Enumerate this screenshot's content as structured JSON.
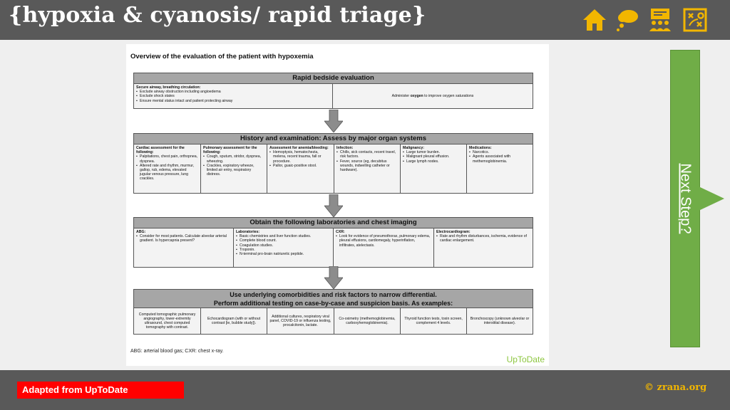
{
  "header": {
    "title": "{hypoxia & cyanosis/ rapid triage}",
    "icons": [
      "home-icon",
      "thought-bubble-icon",
      "presentation-icon",
      "strategy-board-icon"
    ],
    "accent": "#f2b600"
  },
  "next_step": {
    "label": "Next Step?",
    "color": "#70ad47"
  },
  "doc": {
    "title": "Overview of the evaluation of the patient with hypoxemia",
    "section1": {
      "bar": "Rapid bedside evaluation",
      "left_heading": "Secure airway, breathing circulation:",
      "left_items": [
        "Exclude airway obstruction including angioedema",
        "Exclude shock states",
        "Ensure mental status intact and patient protecting airway"
      ],
      "right_pre": "Administer ",
      "right_bold": "oxygen",
      "right_post": " to improve oxygen saturations"
    },
    "section2": {
      "bar": "History and examination: Assess by major organ systems",
      "cols": [
        {
          "heading": "Cardiac assessment for the following:",
          "items": [
            "Palpitations, chest pain, orthopnea, dyspnea.",
            "Altered rate and rhythm, murmur, gallop, rub, edema, elevated jugular venous pressure, lung crackles."
          ]
        },
        {
          "heading": "Pulmonary assessment for the following:",
          "items": [
            "Cough, sputum, stridor, dyspnea, wheezing.",
            "Crackles, expiratory wheeze, limited air entry, respiratory distress."
          ]
        },
        {
          "heading": "Assessment for anemia/bleeding:",
          "items": [
            "Hemoptysis, hematochezia, melena, recent trauma, fall or procedure.",
            "Pallor, guaic-positive stool."
          ]
        },
        {
          "heading": "Infection:",
          "items": [
            "Chills, sick contacts, recent travel, risk factors.",
            "Fever, source (eg, decubitus wounds, indwelling catheter or hardware)."
          ]
        },
        {
          "heading": "Malignancy:",
          "items": [
            "Large tumor burden.",
            "Malignant pleural effusion.",
            "Large lymph nodes."
          ]
        },
        {
          "heading": "Medications:",
          "items": [
            "Narcotics.",
            "Agents associated with methemoglobinemia."
          ]
        }
      ]
    },
    "section3": {
      "bar": "Obtain the following laboratories and chest imaging",
      "cols": [
        {
          "heading": "ABG:",
          "items": [
            "Consider for most patients. Calculate alveolar arterial gradient. Is hypercapnia present?"
          ]
        },
        {
          "heading": "Laboratories:",
          "items": [
            "Basic chemistries and liver function studies.",
            "Complete blood count.",
            "Coagulation studies.",
            "Troponin.",
            "N-terminal pro-brain natriuretic peptide."
          ]
        },
        {
          "heading": "CXR:",
          "items": [
            "Look for evidence of pneumothorax, pulmonary edema, pleural effusions, cardiomegaly, hyperinflation, infiltrates, atelectasis."
          ]
        },
        {
          "heading": "Electrocardiogram:",
          "items": [
            "Rate and rhythm disturbances, ischemia, evidence of cardiac enlargement."
          ]
        }
      ]
    },
    "section4": {
      "bar_line1": "Use underlying comorbidities and risk factors to narrow differential.",
      "bar_line2": "Perform additional testing on case-by-case and suspicion basis. As examples:",
      "cols": [
        "Computed tomographic pulmonary angiography, lower-extremity ultrasound, chest computed tomography with contrast.",
        "Echocardiogram (with or without contrast [ie, bubble study]).",
        "Additional cultures, respiratory viral panel, COVID-19 or influenza testing, procalcitonin, lactate.",
        "Co-oximetry (methemoglobinemia, carboxyhemoglobinemia).",
        "Thyroid function tests, toxin screen, complement 4 levels.",
        "Bronchoscopy (unknown alveolar or interstitial disease)."
      ]
    },
    "footnote": "ABG: arterial blood gas; CXR: chest x-ray.",
    "brand": "UpToDate"
  },
  "footer": {
    "adapted": "Adapted from UpToDate",
    "copyright": "© zrana.org",
    "badge_color": "#ff0000"
  }
}
